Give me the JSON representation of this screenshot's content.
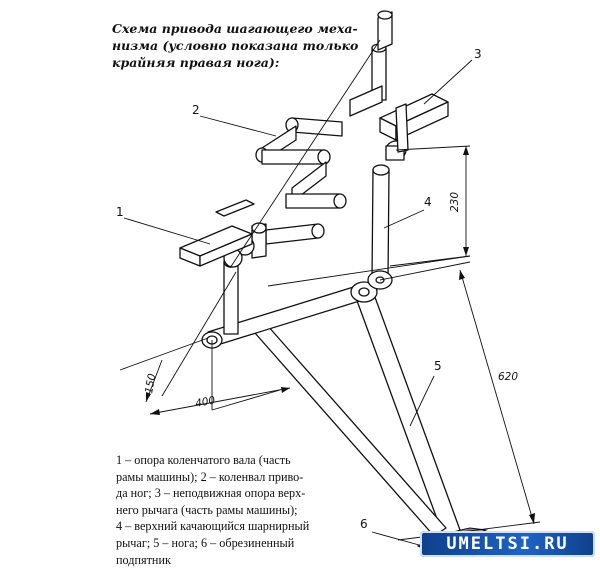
{
  "caption": {
    "lines": [
      "Схема привода шагающего меха-",
      "низма (условно показана только",
      "крайняя правая нога):"
    ]
  },
  "legend": {
    "lines": [
      "1 – опора коленчатого вала (часть",
      "рамы машины); 2 – коленвал приво-",
      "да ног; 3 – неподвижная опора верх-",
      "него рычага (часть рамы машины);",
      "4 – верхний качающийся шарнирный",
      "рычаг; 5 – нога; 6 – обрезиненный",
      "подпятник"
    ]
  },
  "callouts": {
    "c1": "1",
    "c2": "2",
    "c3": "3",
    "c4": "4",
    "c5": "5",
    "c6": "6"
  },
  "dimensions": {
    "d230": "230",
    "d620": "620",
    "d400": "400",
    "d150": "150"
  },
  "watermark": "UMELTSI.RU"
}
